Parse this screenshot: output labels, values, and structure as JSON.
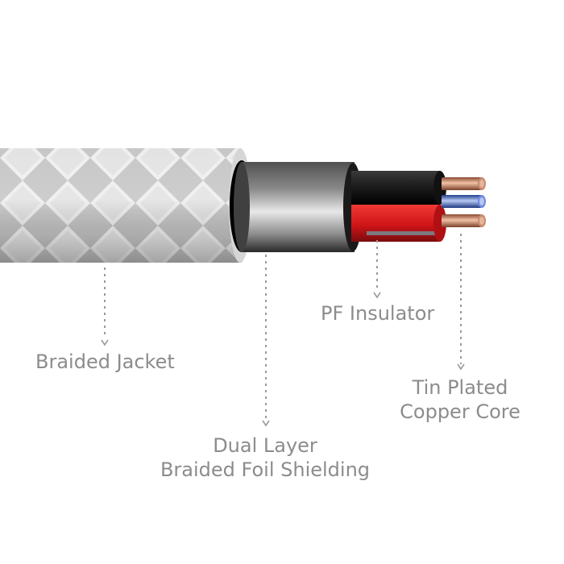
{
  "labels": {
    "braided_jacket": "Braided Jacket",
    "shielding_line1": "Dual Layer",
    "shielding_line2": "Braided Foil Shielding",
    "pf_insulator": "PF Insulator",
    "copper_line1": "Tin Plated",
    "copper_line2": "Copper Core"
  },
  "colors": {
    "label_text": "#8c8c8c",
    "dotted_line": "#9a9a9a",
    "jacket_light": "#e9e9e9",
    "jacket_dark": "#a8a8a8",
    "shield_band": "#000000",
    "foil": "#9d9d9d",
    "insulator_black": "#222222",
    "insulator_red": "#e01e24",
    "conductor_blue": "#4b6fd0",
    "copper": "#c8876a"
  }
}
